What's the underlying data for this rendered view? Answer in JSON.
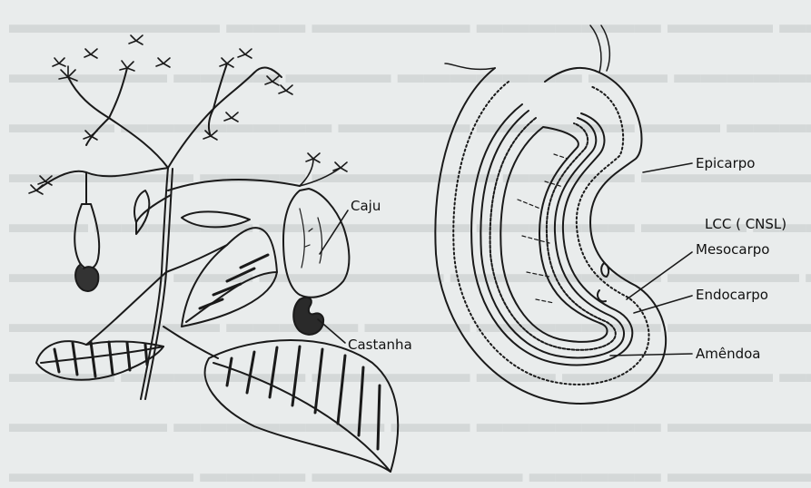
{
  "colors": {
    "background": "#e9ecec",
    "ink": "#1a1a1a",
    "faded_text": "#c4c8c8"
  },
  "plant_labels": {
    "caju": "Caju",
    "castanha": "Castanha"
  },
  "nut_labels": {
    "epicarpo": "Epicarpo",
    "lcc": "LCC ( CNSL)",
    "mesocarpo": "Mesocarpo",
    "endocarpo": "Endocarpo",
    "amendoa": "Amêndoa"
  }
}
